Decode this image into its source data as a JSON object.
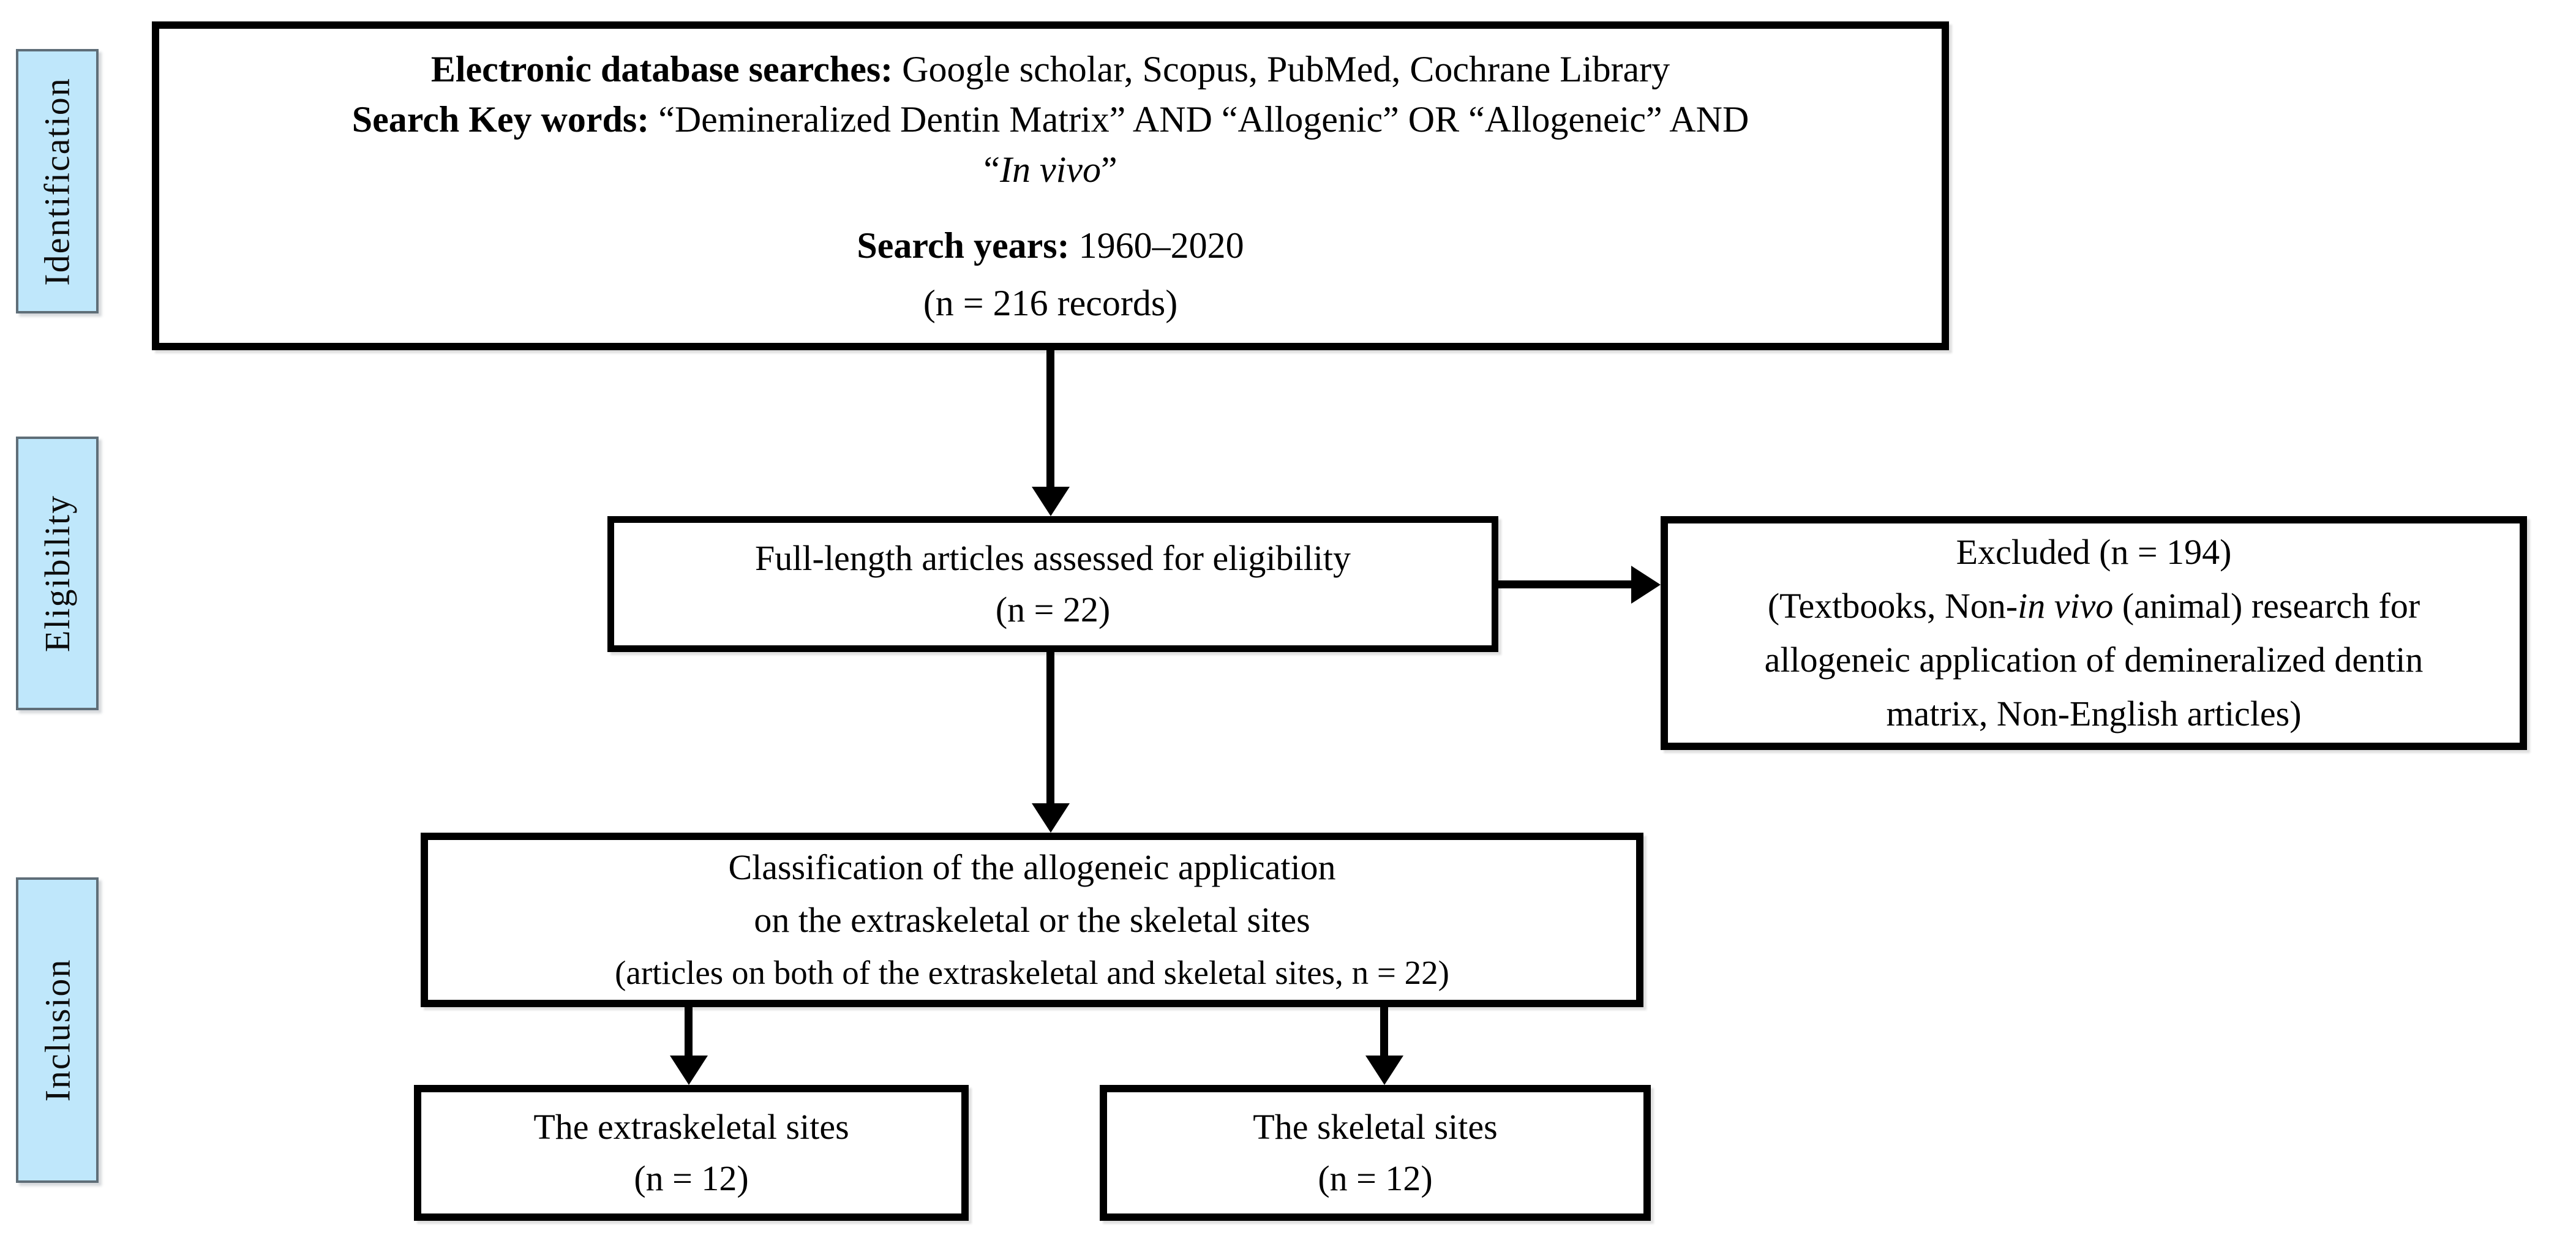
{
  "diagram": {
    "title": "PRISMA-style literature selection flow diagram",
    "colors": {
      "stage_fill": "#bfe7fb",
      "stage_border": "#5f6e78",
      "box_border": "#000000",
      "background": "#ffffff",
      "text": "#000000"
    },
    "stages": [
      {
        "label": "Identification"
      },
      {
        "label": "Eligibility"
      },
      {
        "label": "Inclusion"
      }
    ],
    "identification_box": {
      "line1_label": "Electronic database searches:",
      "line1_text": " Google scholar, Scopus, PubMed, Cochrane Library",
      "line2_label": "Search Key words:",
      "line2_text": " “Demineralized Dentin Matrix” AND “Allogenic” OR “Allogeneic” AND",
      "line3_open": "“",
      "line3_italic": "In vivo",
      "line3_close": "”",
      "line4_label": "Search years:",
      "line4_text": " 1960–2020",
      "line5": "(n = 216 records)"
    },
    "eligibility_box": {
      "line1": "Full-length articles assessed for eligibility",
      "line2": "(n = 22)"
    },
    "excluded_box": {
      "line1": "Excluded (n = 194)",
      "line2_pre": "(Textbooks, Non-",
      "line2_italic": "in vivo",
      "line2_post": " (animal) research for",
      "line3": "allogeneic application of demineralized dentin",
      "line4": "matrix, Non-English articles)"
    },
    "classification_box": {
      "line1": "Classification of the allogeneic application",
      "line2": "on the extraskeletal or the skeletal sites",
      "line3": "(articles on both of the extraskeletal and skeletal sites, n = 22)"
    },
    "extraskeletal_box": {
      "line1": "The extraskeletal sites",
      "line2": "(n = 12)"
    },
    "skeletal_box": {
      "line1": "The skeletal sites",
      "line2": "(n = 12)"
    }
  }
}
